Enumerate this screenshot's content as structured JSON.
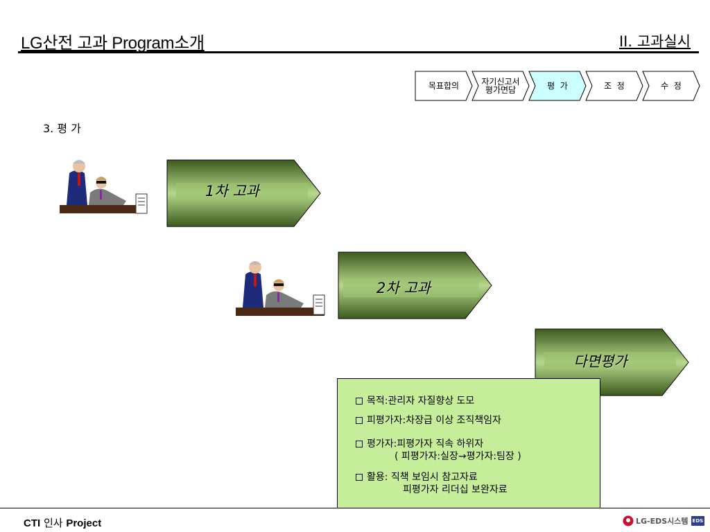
{
  "header": {
    "title": "LG산전 고과 Program소개",
    "section": "II. 고과실시"
  },
  "process_steps": [
    {
      "label_line1": "목표합의",
      "label_line2": "",
      "active": false
    },
    {
      "label_line1": "자기신고서",
      "label_line2": "평가면담",
      "active": false
    },
    {
      "label_line1": "평  가",
      "label_line2": "",
      "active": true
    },
    {
      "label_line1": "조  정",
      "label_line2": "",
      "active": false
    },
    {
      "label_line1": "수  정",
      "label_line2": "",
      "active": false
    }
  ],
  "subtitle": "3. 평 가",
  "stages": [
    {
      "label": "1차 고과"
    },
    {
      "label": "2차 고과"
    },
    {
      "label": "다면평가"
    }
  ],
  "info_box": {
    "line1": "목적:관리자 자질향상 도모",
    "line2": "피평가자:차장급 이상 조직책임자",
    "line3": "평가자:피평가자 직속 하위자",
    "line3b": "( 피평가자:실장→평가자:팀장 )",
    "line4": "활용: 직책 보임시 참고자료",
    "line4b": "피평가자 리더십 보완자료"
  },
  "footer": {
    "left_bold1": "CTI",
    "left_mid": "인사",
    "left_bold2": "Project",
    "logo_text": "LG-EDS시스템",
    "logo_badge": "EDS"
  },
  "colors": {
    "active_step": "#ccffff",
    "arrow_dark": "#3c5a1e",
    "arrow_light": "#b7d88c",
    "info_bg": "#c6ee9a",
    "logo_red": "#c8102e",
    "logo_blue": "#2a3d8f"
  }
}
